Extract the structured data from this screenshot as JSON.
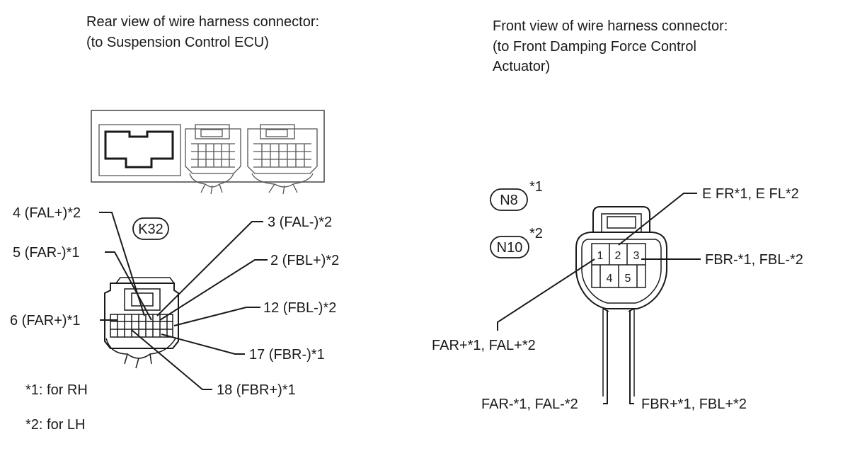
{
  "left": {
    "title_lines": [
      "Rear view of wire harness connector:",
      "(to Suspension Control ECU)"
    ],
    "connector_id": "K32",
    "labels": {
      "l4": "4 (FAL+)*2",
      "l5": "5 (FAR-)*1",
      "l6": "6 (FAR+)*1",
      "l3": "3 (FAL-)*2",
      "l2": "2 (FBL+)*2",
      "l12": "12 (FBL-)*2",
      "l17": "17 (FBR-)*1",
      "l18": "18 (FBR+)*1"
    },
    "notes": [
      "*1: for RH",
      "*2: for LH"
    ]
  },
  "right": {
    "title_lines": [
      "Front view of wire harness connector:",
      "(to Front Damping Force Control",
      "Actuator)"
    ],
    "connector_ids": [
      {
        "id": "N8",
        "note": "*1"
      },
      {
        "id": "N10",
        "note": "*2"
      }
    ],
    "pins": [
      "1",
      "2",
      "3",
      "4",
      "5"
    ],
    "labels": {
      "e": "E FR*1, E FL*2",
      "fbrm": "FBR-*1, FBL-*2",
      "farp": "FAR+*1, FAL+*2",
      "farm": "FAR-*1, FAL-*2",
      "fbrp": "FBR+*1, FBL+*2"
    }
  }
}
